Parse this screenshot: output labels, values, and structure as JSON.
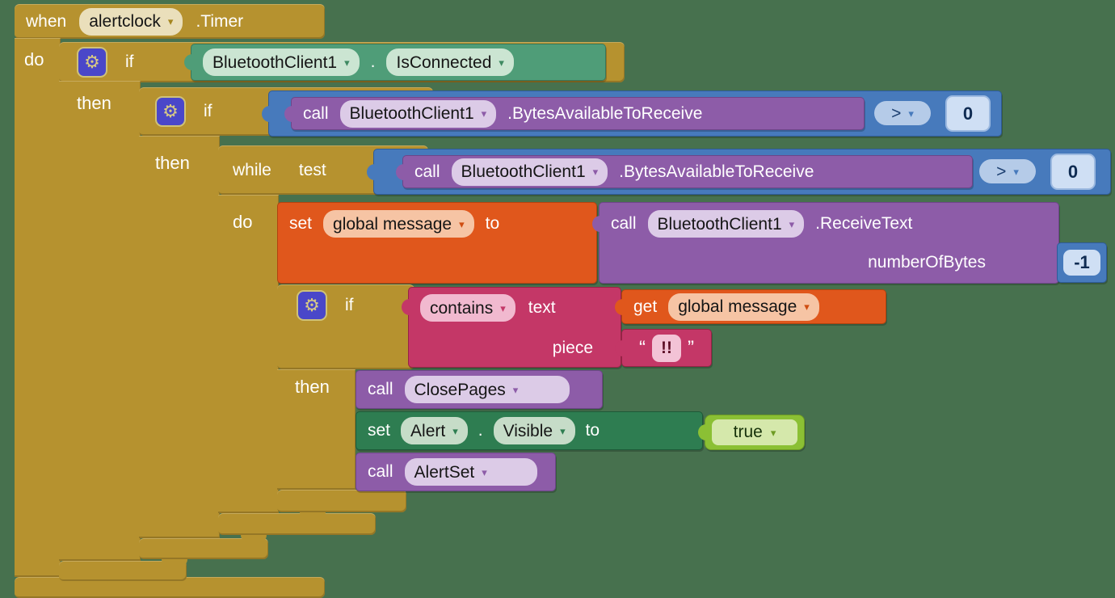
{
  "colors": {
    "background": "#47714e",
    "event_gold": "#b6922f",
    "logic_green": "#4f9d78",
    "math_blue": "#477abc",
    "procedure_purple": "#8d5ca8",
    "variable_orange": "#e0571c",
    "text_pink": "#c43767",
    "component_dark_green": "#2e7d51",
    "logic_lime": "#8bc034"
  },
  "icons": {
    "gear": "⚙",
    "dropdown": "▾"
  },
  "when_block": {
    "when_label": "when",
    "component": "alertclock",
    "event": ".Timer",
    "do_label": "do"
  },
  "if1": {
    "if_label": "if",
    "then_label": "then"
  },
  "bt_is_connected": {
    "component": "BluetoothClient1",
    "dot": ".",
    "property": "IsConnected"
  },
  "if2": {
    "if_label": "if",
    "then_label": "then"
  },
  "bytes_check_1": {
    "call_label": "call",
    "component": "BluetoothClient1",
    "method": ".BytesAvailableToReceive",
    "operator": ">",
    "value": "0"
  },
  "while_block": {
    "while_label": "while",
    "test_label": "test",
    "do_label": "do"
  },
  "bytes_check_2": {
    "call_label": "call",
    "component": "BluetoothClient1",
    "method": ".BytesAvailableToReceive",
    "operator": ">",
    "value": "0"
  },
  "set_message": {
    "set_label": "set",
    "variable": "global message",
    "to_label": "to"
  },
  "receive_text": {
    "call_label": "call",
    "component": "BluetoothClient1",
    "method": ".ReceiveText",
    "param_label": "numberOfBytes",
    "param_value": "-1"
  },
  "if3": {
    "if_label": "if",
    "then_label": "then"
  },
  "contains_block": {
    "operator": "contains",
    "text_label": "text",
    "piece_label": "piece"
  },
  "get_message": {
    "get_label": "get",
    "variable": "global message"
  },
  "string_block": {
    "open_quote": "“",
    "value": "!!",
    "close_quote": "”"
  },
  "call_close_pages": {
    "call_label": "call",
    "procedure": "ClosePages"
  },
  "set_alert_visible": {
    "set_label": "set",
    "component": "Alert",
    "dot": ".",
    "property": "Visible",
    "to_label": "to"
  },
  "true_block": {
    "value": "true"
  },
  "call_alert_set": {
    "call_label": "call",
    "procedure": "AlertSet"
  }
}
